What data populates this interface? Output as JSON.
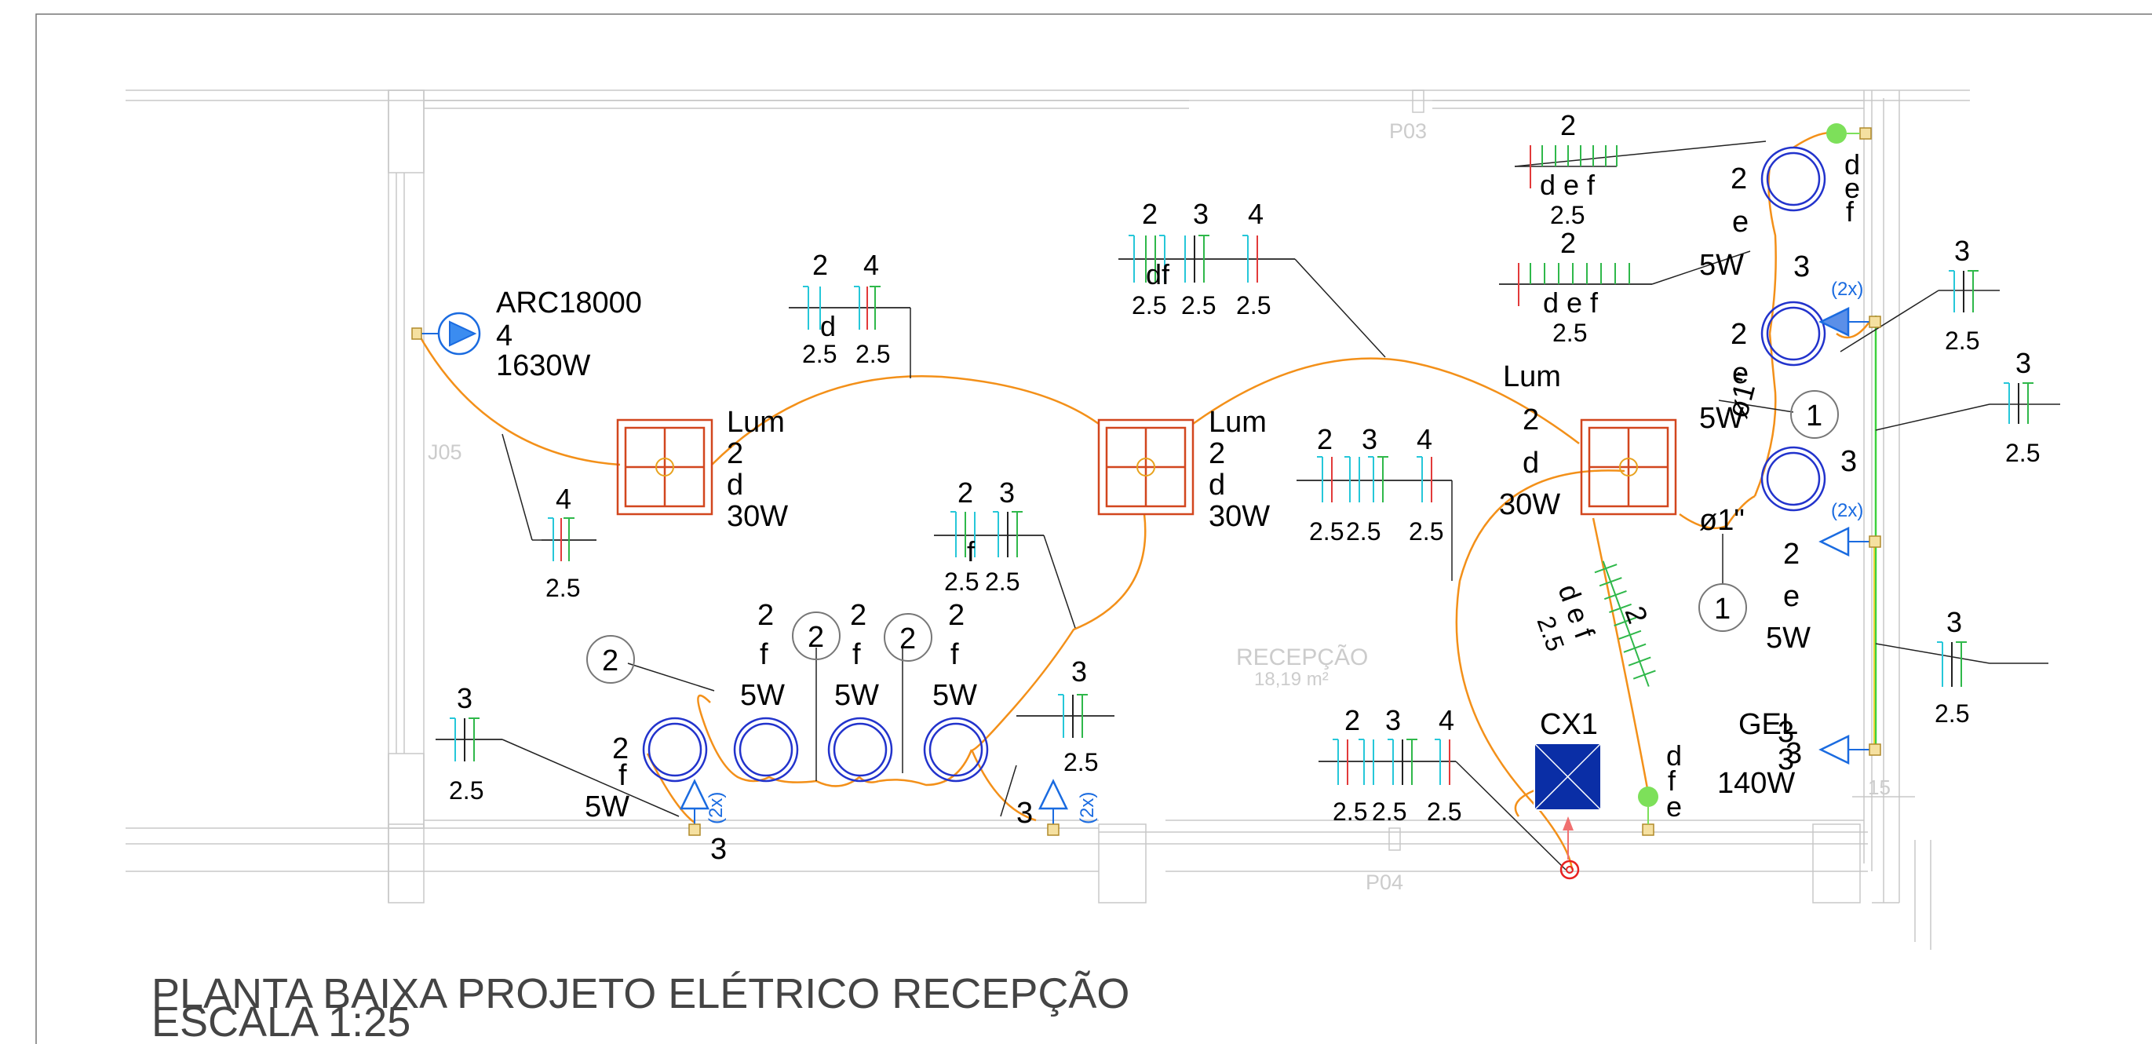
{
  "rooms": {
    "name": "RECEPÇÃO",
    "area": "18,19 m²",
    "doors": [
      "P03",
      "P04"
    ],
    "window": "J05",
    "mark": "15"
  },
  "drawing_title": {
    "line1": "PLANTA BAIXA PROJETO ELÉTRICO RECEPÇÃO",
    "line2": "ESCALA 1:25"
  },
  "ac": {
    "code": "ARC18000",
    "circuit": "4",
    "power": "1630W"
  },
  "luminaires": [
    {
      "type": "Lum",
      "qty": "2",
      "switch": "d",
      "power": "30W"
    },
    {
      "type": "Lum",
      "qty": "2",
      "switch": "d",
      "power": "30W"
    },
    {
      "type": "Lum",
      "qty": "2",
      "switch": "d",
      "power": "30W"
    }
  ],
  "spots_bottom": [
    {
      "qty": "2",
      "switch": "f",
      "power": "5W"
    },
    {
      "qty": "2",
      "switch": "f",
      "power": "5W"
    },
    {
      "qty": "2",
      "switch": "f",
      "power": "5W"
    },
    {
      "qty": "2",
      "switch": "f",
      "power": "5W"
    }
  ],
  "spots_right": [
    {
      "qty": "2",
      "switch": "e",
      "power": "5W"
    },
    {
      "qty": "2",
      "switch": "e",
      "power": "5W"
    },
    {
      "qty": "2",
      "switch": "e",
      "power": "5W"
    }
  ],
  "circuit_marks": [
    "2",
    "2",
    "2",
    "1",
    "1",
    "3",
    "3",
    "3",
    "3",
    "3",
    "3"
  ],
  "conduit": {
    "diameter": "ø1\"",
    "diameter_rot": "ø1\""
  },
  "cx1": "CX1",
  "gel": {
    "code": "GEL",
    "circuit": "3",
    "power": "140W"
  },
  "socket_tag": "(2x)",
  "wire_gauge": "2.5",
  "switch_letters": {
    "d": "d",
    "e": "e",
    "f": "f",
    "df": "df",
    "def": "d e f"
  },
  "circuit_numbers": [
    "2",
    "3",
    "4"
  ],
  "colors": {
    "conduit": "#f39019",
    "luminaire": "#d2461e",
    "lamp": "#2233cc",
    "socket": "#1a6be0",
    "green": "#7de05a",
    "wall": "#c8c8c8",
    "phase": "#e23a3a",
    "neutral": "#26c7d9",
    "ground": "#2fb84a"
  }
}
